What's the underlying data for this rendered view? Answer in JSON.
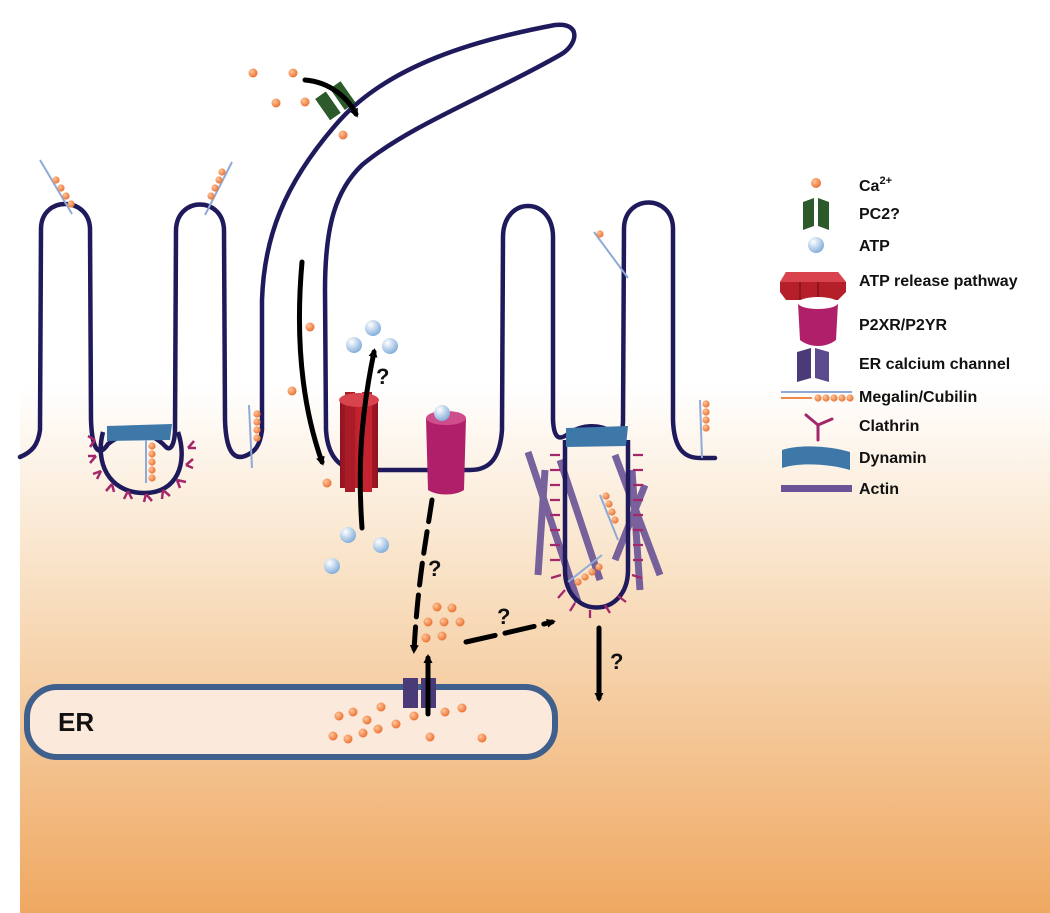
{
  "diagram": {
    "er_label": "ER",
    "question_mark": "?",
    "colors": {
      "background_top": "#ffffff",
      "background_bottom": "#efa861",
      "membrane": "#1f1a5c",
      "calcium": "#f08a4b",
      "pc2": "#2d5a2b",
      "atp": "#9cc1e6",
      "atp_release": "#b51f2a",
      "p2r": "#b0206a",
      "er_channel": "#4a3a78",
      "megalin": "#8fa9d8",
      "clathrin": "#a3276b",
      "dynamin": "#3d78a8",
      "actin": "#6a5396",
      "arrow": "#000000",
      "er_fill": "#fbe9dc",
      "er_border": "#3f5f8c"
    }
  },
  "legend": {
    "items": [
      {
        "icon": "calcium-ion-icon",
        "label": "Ca",
        "sup": "2+"
      },
      {
        "icon": "pc2-channel-icon",
        "label": "PC2?"
      },
      {
        "icon": "atp-molecule-icon",
        "label": "ATP"
      },
      {
        "icon": "atp-release-pathway-icon",
        "label": "ATP release pathway"
      },
      {
        "icon": "p2-receptor-icon",
        "label": "P2XR/P2YR"
      },
      {
        "icon": "er-calcium-channel-icon",
        "label": "ER calcium channel"
      },
      {
        "icon": "megalin-cubilin-icon",
        "label": "Megalin/Cubilin"
      },
      {
        "icon": "clathrin-icon",
        "label": "Clathrin"
      },
      {
        "icon": "dynamin-icon",
        "label": "Dynamin"
      },
      {
        "icon": "actin-icon",
        "label": "Actin"
      }
    ]
  }
}
